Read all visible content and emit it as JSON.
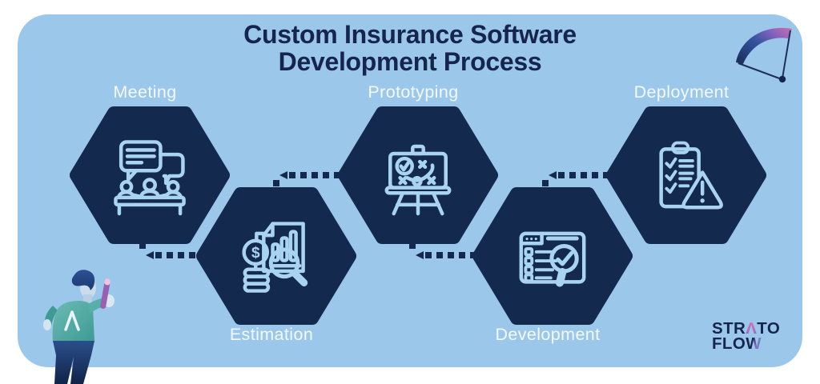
{
  "title": {
    "line1": "Custom Insurance Software",
    "line2": "Development Process"
  },
  "steps": [
    {
      "label": "Meeting",
      "icon": "meeting-icon",
      "row": "top"
    },
    {
      "label": "Estimation",
      "icon": "estimation-icon",
      "row": "bottom"
    },
    {
      "label": "Prototyping",
      "icon": "prototyping-icon",
      "row": "top"
    },
    {
      "label": "Development",
      "icon": "development-icon",
      "row": "bottom"
    },
    {
      "label": "Deployment",
      "icon": "deployment-icon",
      "row": "top"
    }
  ],
  "logo": {
    "line1_pre": "STR",
    "line1_accent": "Λ",
    "line1_post": "TO",
    "line2_pre": "FLO",
    "line2_accent": "W"
  },
  "colors": {
    "card_background": "#9bc8ea",
    "hexagon": "#13294e",
    "icon_stroke": "#a9d4f1",
    "title_text": "#16254d",
    "label_text": "#f3f9ff",
    "accent_pink": "#e873ae",
    "accent_purple": "#8f64c9",
    "accent_teal": "#43b3a4",
    "person_sweater": "#4fae9f",
    "person_pants": "#1d3a6e"
  }
}
